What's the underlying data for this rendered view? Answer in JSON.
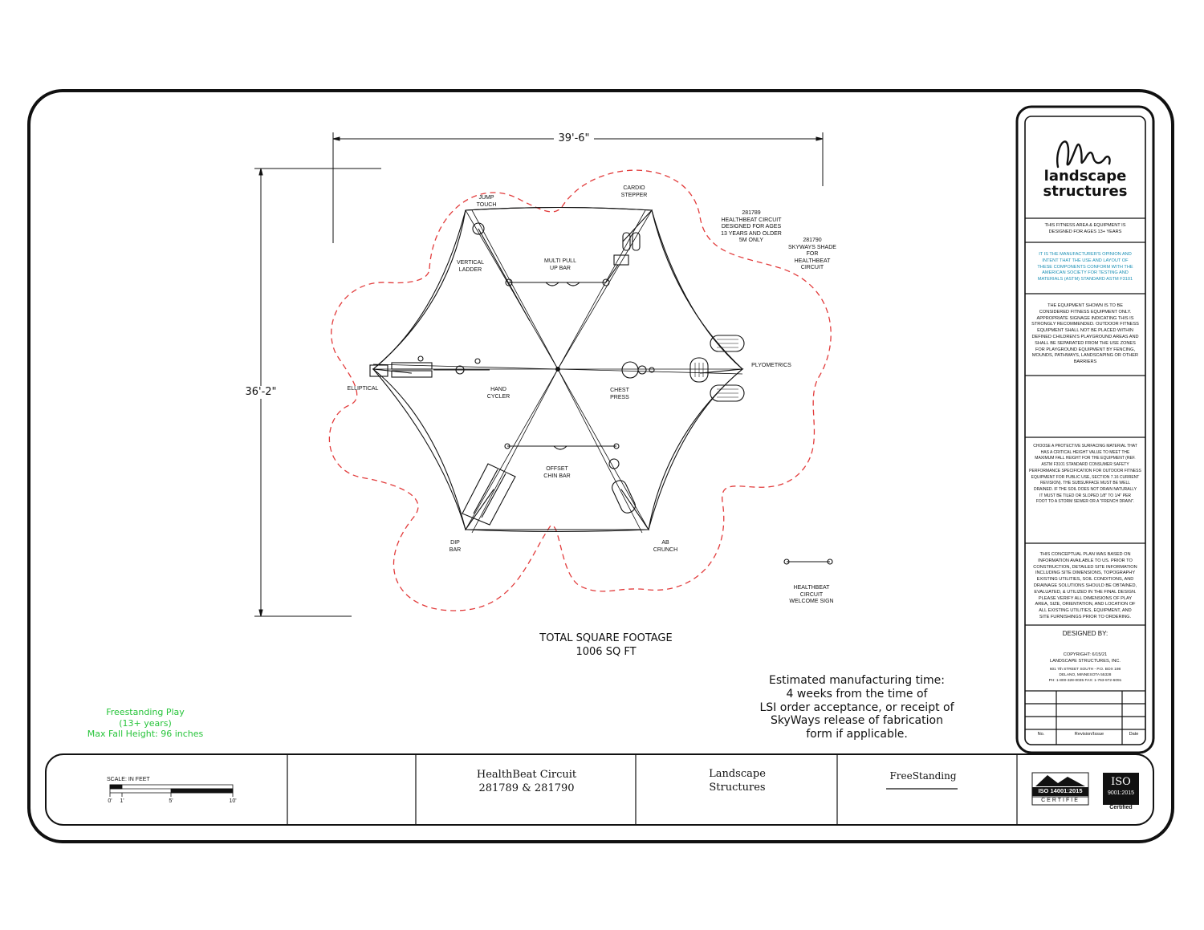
{
  "dimensions": {
    "width": "39'-6\"",
    "height": "36'-2\""
  },
  "equipment_labels": [
    {
      "id": "jump_touch",
      "text": "JUMP\nTOUCH"
    },
    {
      "id": "cardio_stepper",
      "text": "CARDIO\nSTEPPER"
    },
    {
      "id": "vertical_ladder",
      "text": "VERTICAL\nLADDER"
    },
    {
      "id": "multi_pull_up_bar",
      "text": "MULTI PULL\nUP BAR"
    },
    {
      "id": "elliptical",
      "text": "ELLIPTICAL"
    },
    {
      "id": "hand_cycler",
      "text": "HAND\nCYCLER"
    },
    {
      "id": "chest_press",
      "text": "CHEST\nPRESS"
    },
    {
      "id": "plyometrics",
      "text": "PLYOMETRICS"
    },
    {
      "id": "offset_chin_bar",
      "text": "OFFSET\nCHIN BAR"
    },
    {
      "id": "dip_bar",
      "text": "DIP\nBAR"
    },
    {
      "id": "ab_crunch",
      "text": "AB\nCRUNCH"
    }
  ],
  "callouts": {
    "healthbeat_circuit": "281789\nHEALTHBEAT CIRCUIT\nDESIGNED FOR AGES\n13 YEARS AND OLDER\n5M ONLY",
    "skyways_shade": "281790\nSKYWAYS SHADE\nFOR\nHEALTHBEAT\nCIRCUIT",
    "welcome_sign": "HEALTHBEAT\nCIRCUIT\nWELCOME SIGN"
  },
  "square_footage": {
    "title": "TOTAL SQUARE FOOTAGE",
    "value": "1006 SQ FT"
  },
  "manufacturing_note": "Estimated manufacturing time:\n4  weeks from the time of\nLSI order acceptance, or receipt of\nSkyWays release of fabrication\nform if applicable.",
  "freestanding_note": "Freestanding Play\n(13+ years)\nMax Fall Height: 96 inches",
  "side_panel": {
    "logo_line1": "landscape",
    "logo_line2": "structures",
    "age_notice": "THIS FITNESS AREA & EQUIPMENT IS\nDESIGNED FOR AGES 13+ YEARS",
    "astm_notice": "IT IS THE MANUFACTURER'S OPINION AND\nINTENT THAT THE USE AND LAYOUT OF\nTHESE  COMPONENTS CONFORM WITH THE\nAMERICAN SOCIETY FOR TESTING AND\nMATERIALS (ASTM) STANDARD ASTM F3101",
    "equipment_notice": "THE EQUIPMENT SHOWN IS TO BE\nCONSIDERED FITNESS EQUIPMENT ONLY.\nAPPROPRIATE SIGNAGE INDICATING THIS IS\nSTRONGLY RECOMMENDED. OUTDOOR FITNESS\nEQUIPMENT SHALL NOT BE PLACED WITHIN\nDEFINED CHILDREN'S PLAYGROUND AREAS AND\nSHALL BE SEPARATED FROM THE USE ZONES\nFOR PLAYGROUND EQUIPMENT BY FENCING,\nMOUNDS, PATHWAYS, LANDSCAPING OR OTHER\nBARRIERS",
    "surfacing_notice": "CHOOSE A PROTECTIVE SURFACING MATERIAL THAT\nHAS A CRITICAL HEIGHT VALUE TO MEET THE\nMAXIMUM FALL HEIGHT FOR THE EQUIPMENT (REF.\nASTM F3101 STANDARD CONSUMER SAFETY\nPERFORMANCE SPECIFICATION FOR OUTDOOR FITNESS\nEQUIPMENT FOR PUBLIC USE, SECTION 7.16 CURRENT\nREVISION). THE SUBSURFACE MUST BE WELL\nDRAINED. IF THE SOIL DOES NOT DRAIN NATURALLY\nIT MUST BE TILED OR SLOPED 1/8\" TO 1/4\" PER\nFOOT TO A STORM SEWER OR A \"FRENCH DRAIN\".",
    "plan_notice": "THIS CONCEPTUAL PLAN WAS BASED ON\nINFORMATION AVAILABLE TO US. PRIOR TO\nCONSTRUCTION, DETAILED SITE INFORMATION\nINCLUDING SITE DIMENSIONS, TOPOGRAPHY\nEXISTING UTILITIES, SOIL CONDITIONS, AND\nDRAINAGE SOLUTIONS SHOULD BE OBTAINED,\nEVALUATED, & UTILIZED IN THE FINAL DESIGN.\nPLEASE VERIFY ALL DIMENSIONS OF PLAY\nAREA, SIZE, ORIENTATION, AND LOCATION OF\nALL EXISTING UTILITIES, EQUIPMENT, AND\nSITE FURNISHINGS PRIOR TO ORDERING.",
    "designed_by": "DESIGNED BY:",
    "copyright": "COPYRIGHT: 6/15/21\nLANDSCAPE STRUCTURES, INC.",
    "address": "601 7th STREET SOUTH - P.O. BOX 198\nDELANO, MINNESOTA 55328\nPH: 1-800-328-0035   FAX: 1-763-972-6091",
    "revision_headers": [
      "No.",
      "Revision/Issue",
      "Date"
    ]
  },
  "title_block": {
    "scale_label": "SCALE: IN FEET",
    "scale_ticks": [
      "0'",
      "1'",
      "5'",
      "10'"
    ],
    "project": "HealthBeat Circuit\n281789 & 281790",
    "company": "Landscape\nStructures",
    "type": "FreeStanding",
    "iso_14001": "ISO 14001:2015",
    "iso_14001_sub": "CERTIFIE",
    "iso_9001": "ISO",
    "iso_9001_sub": "9001:2015",
    "iso_9001_cert": "Certified"
  },
  "colors": {
    "use_zone": "#e23b3b",
    "linework": "#111111",
    "freestanding_note": "#27c43a",
    "astm_notice": "#1a8fb5"
  }
}
